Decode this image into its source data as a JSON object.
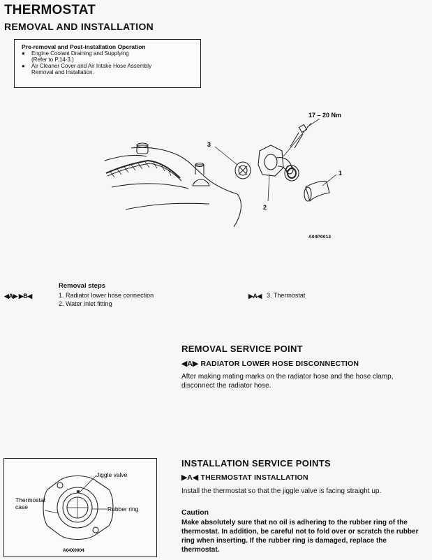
{
  "page": {
    "title": "THERMOSTAT",
    "subtitle": "REMOVAL AND INSTALLATION"
  },
  "pre_removal": {
    "title": "Pre-removal and Post-installation Operation",
    "items": [
      {
        "text": "Engine Coolant Draining and Supplying",
        "sub": "(Refer to P.14-3.)"
      },
      {
        "text": "Air Cleaner Cover and Air Intake Hose Assembly",
        "sub": "Removal and Installation."
      }
    ]
  },
  "figure1": {
    "torque": "17 – 20 Nm",
    "callouts": [
      "1",
      "2",
      "3"
    ],
    "code": "A04P0012"
  },
  "removal_steps": {
    "title": "Removal steps",
    "step1_symbols": "◀A▶  ▶B◀",
    "steps": [
      "1. Radiator lower hose connection",
      "2. Water inlet fitting"
    ],
    "step3_symbol": "▶A◀",
    "step3": "3. Thermostat"
  },
  "removal_service": {
    "heading": "REMOVAL SERVICE POINT",
    "sub_symbol": "◀A▶",
    "sub_heading": "RADIATOR LOWER HOSE DISCONNECTION",
    "text": "After making mating marks on the radiator hose and the hose clamp, disconnect the radiator hose."
  },
  "figure2": {
    "labels": {
      "jiggle": "Jiggle valve",
      "case_line1": "Thermostat",
      "case_line2": "case",
      "ring": "Rubber ring"
    },
    "code": "A04X0004"
  },
  "installation_service": {
    "heading": "INSTALLATION SERVICE POINTS",
    "sub_symbol": "▶A◀",
    "sub_heading": "THERMOSTAT INSTALLATION",
    "text": "Install the thermostat so that the jiggle valve is facing straight up.",
    "caution_heading": "Caution",
    "caution_text": "Make absolutely sure that no oil is adhering to the rubber ring of the thermostat. In addition, be careful not to fold over or scratch the rubber ring when inserting. If the rubber ring is damaged, replace the thermostat."
  }
}
